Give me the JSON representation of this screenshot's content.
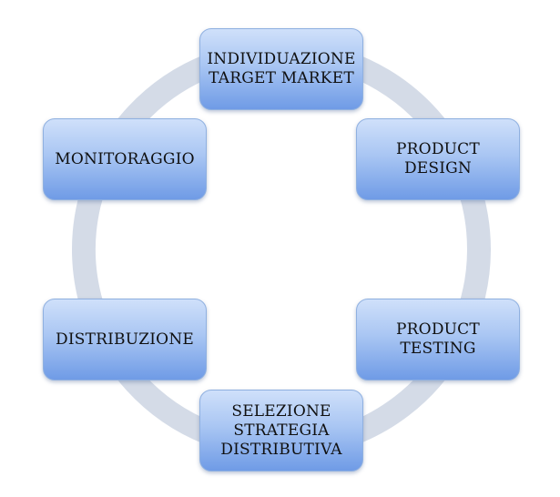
{
  "colors": {
    "ring": "#d4dbe7",
    "node_top": "#cfe0fa",
    "node_bottom": "#6f9be6",
    "node_border": "#8fb0e0",
    "text": "#101010"
  },
  "cycle": {
    "direction": "clockwise",
    "arrowhead": "arrow-icon",
    "steps": [
      {
        "label": "INDIVIDUAZIONE\nTARGET MARKET"
      },
      {
        "label": "PRODUCT\nDESIGN"
      },
      {
        "label": "PRODUCT\nTESTING"
      },
      {
        "label": "SELEZIONE\nSTRATEGIA\nDISTRIBUTIVA"
      },
      {
        "label": "DISTRIBUZIONE"
      },
      {
        "label": "MONITORAGGIO"
      }
    ]
  }
}
